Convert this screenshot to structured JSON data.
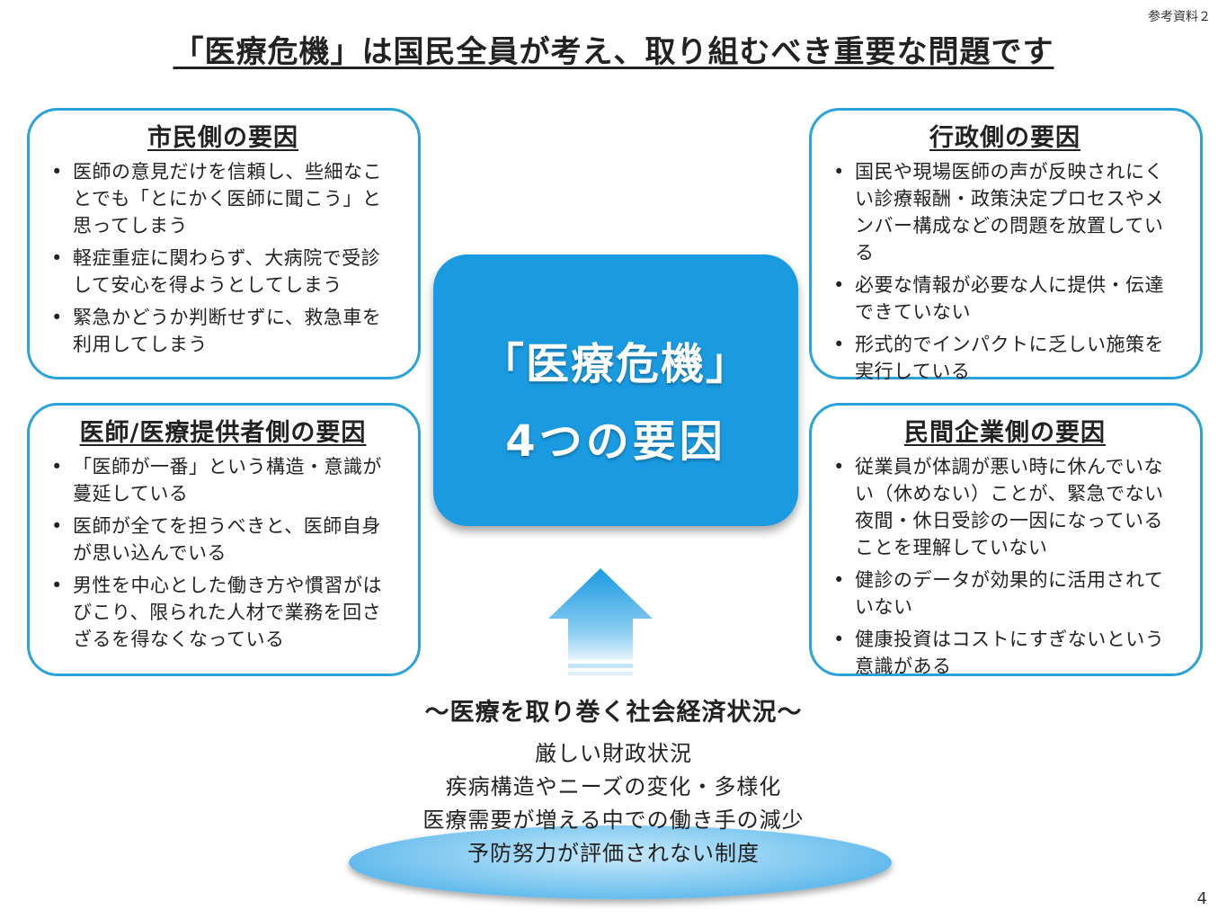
{
  "ref_label": "参考資料２",
  "title": "「医療危機」は国民全員が考え、取り組むべき重要な問題です",
  "panels": {
    "citizen": {
      "heading": "市民側の要因",
      "items": [
        "医師の意見だけを信頼し、些細なことでも「とにかく医師に聞こう」と思ってしまう",
        "軽症重症に関わらず、大病院で受診して安心を得ようとしてしまう",
        "緊急かどうか判断せずに、救急車を利用してしまう"
      ]
    },
    "admin": {
      "heading": "行政側の要因",
      "items": [
        "国民や現場医師の声が反映されにくい診療報酬・政策決定プロセスやメンバー構成などの問題を放置している",
        "必要な情報が必要な人に提供・伝達できていない",
        "形式的でインパクトに乏しい施策を実行している"
      ]
    },
    "doctor": {
      "heading": "医師/医療提供者側の要因",
      "items": [
        "「医師が一番」という構造・意識が蔓延している",
        "医師が全てを担うべきと、医師自身が思い込んでいる",
        "男性を中心とした働き方や慣習がはびこり、限られた人材で業務を回さざるを得なくなっている"
      ]
    },
    "company": {
      "heading": "民間企業側の要因",
      "items": [
        "従業員が体調が悪い時に休んでいない（休めない）ことが、緊急でない夜間・休日受診の一因になっていることを理解していない",
        "健診のデータが効果的に活用されていない",
        "健康投資はコストにすぎないという意識がある"
      ]
    }
  },
  "center": {
    "line1": "「医療危機」",
    "line2": "4つの要因"
  },
  "social": {
    "heading": "〜医療を取り巻く社会経済状況〜",
    "items": [
      "厳しい財政状況",
      "疾病構造やニーズの変化・多様化",
      "医療需要が増える中での働き手の減少",
      "予防努力が評価されない制度"
    ]
  },
  "page_number": "4",
  "colors": {
    "panel_border": "#29a3d9",
    "center_fill": "#1a9ae0",
    "arrow_top": "#1a9ae0",
    "arrow_bottom": "#e8f5fd"
  }
}
